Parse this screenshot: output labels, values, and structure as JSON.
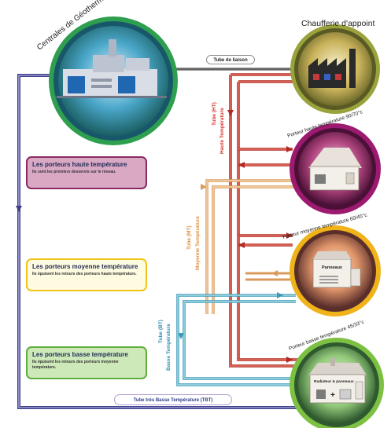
{
  "labels": {
    "geo_plant": "Centrales de Géothermie et cogénération",
    "boiler": "Chaufferie d'appoint",
    "tube_link": "Tube de liaison",
    "porteur_ht": "Porteur haute température  90/70°c",
    "porteur_mt": "Porteur moyenne température 60/45°c",
    "porteur_bt": "Porteur basse température 45/33°c",
    "tube_ht_a": "Tube (HT)",
    "tube_ht_b": "Haute Température",
    "tube_mt_a": "Tube (MT)",
    "tube_mt_b": "Moyenne Température",
    "tube_bt_a": "Tube (BT)",
    "tube_bt_b": "Basse Température",
    "tube_tbt": "Tube très Basse Température (TBT)",
    "panneaux": "Panneaux",
    "radiateur": "Radiateur & panneaux"
  },
  "boxes": {
    "ht": {
      "title": "Les porteurs haute température",
      "desc": "Ils sont les premiers desservis sur le réseau."
    },
    "mt": {
      "title": "Les porteurs moyenne température",
      "desc": "Ils épuisent les retours des porteurs haute température."
    },
    "bt": {
      "title": "Les porteurs basse température",
      "desc": "Ils épuisent les retours des porteurs moyenne température."
    }
  },
  "colors": {
    "ht_red": "#d8372e",
    "mt_orange": "#f2c28c",
    "bt_blue": "#6ec4d8",
    "tbt_purple": "#6f6fb0",
    "geo_green": "#2e9e4f",
    "boiler_olive": "#9aa33b",
    "ht_ring": "#9c1a6f",
    "mt_ring": "#f0b31a",
    "bt_ring": "#7cc142"
  }
}
